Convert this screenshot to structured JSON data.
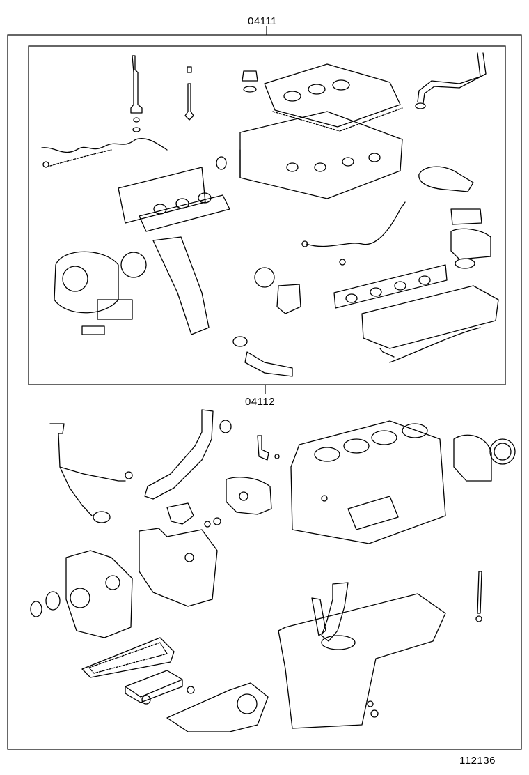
{
  "labels": {
    "top_part_number": "04111",
    "middle_part_number": "04112",
    "figure_number": "112136"
  }
}
